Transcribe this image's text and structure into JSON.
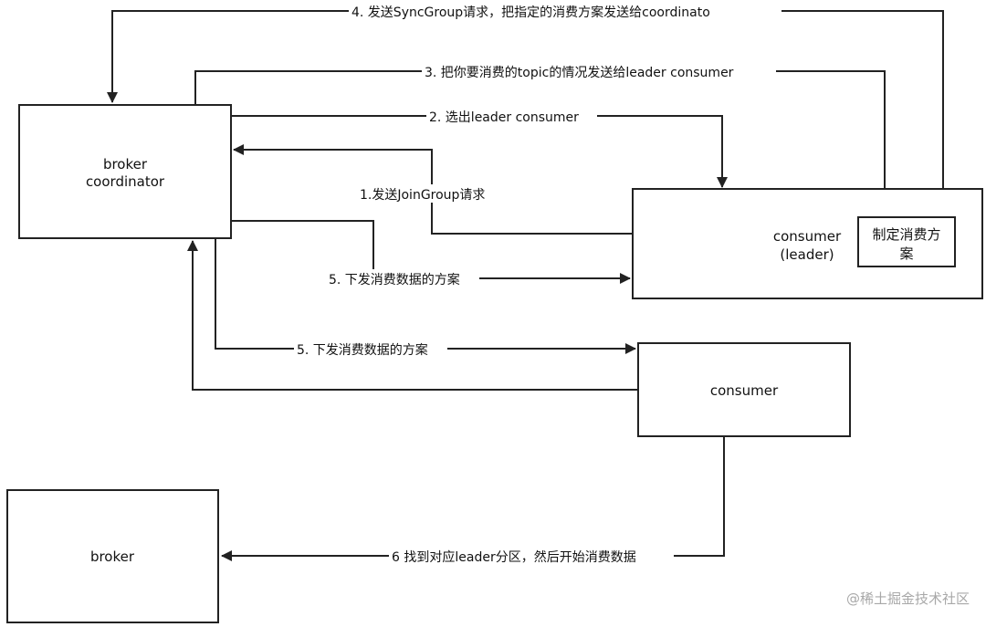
{
  "nodes": {
    "broker_coordinator": {
      "line1": "broker",
      "line2": "coordinator"
    },
    "consumer_leader": {
      "line1": "consumer",
      "line2": "(leader)"
    },
    "assignment_plan": {
      "line1": "制定消费方",
      "line2": "案"
    },
    "consumer": {
      "label": "consumer"
    },
    "broker": {
      "label": "broker"
    }
  },
  "edges": {
    "join_group": "1.发送JoinGroup请求",
    "elect_leader": "2. 选出leader consumer",
    "send_topic_info": "3. 把你要消费的topic的情况发送给leader consumer",
    "sync_group": "4. 发送SyncGroup请求，把指定的消费方案发送给coordinato",
    "dispatch_plan_leader": "5. 下发消费数据的方案",
    "dispatch_plan_consumer": "5. 下发消费数据的方案",
    "find_partition": "6 找到对应leader分区，然后开始消费数据"
  },
  "watermark": "@稀土掘金技术社区"
}
